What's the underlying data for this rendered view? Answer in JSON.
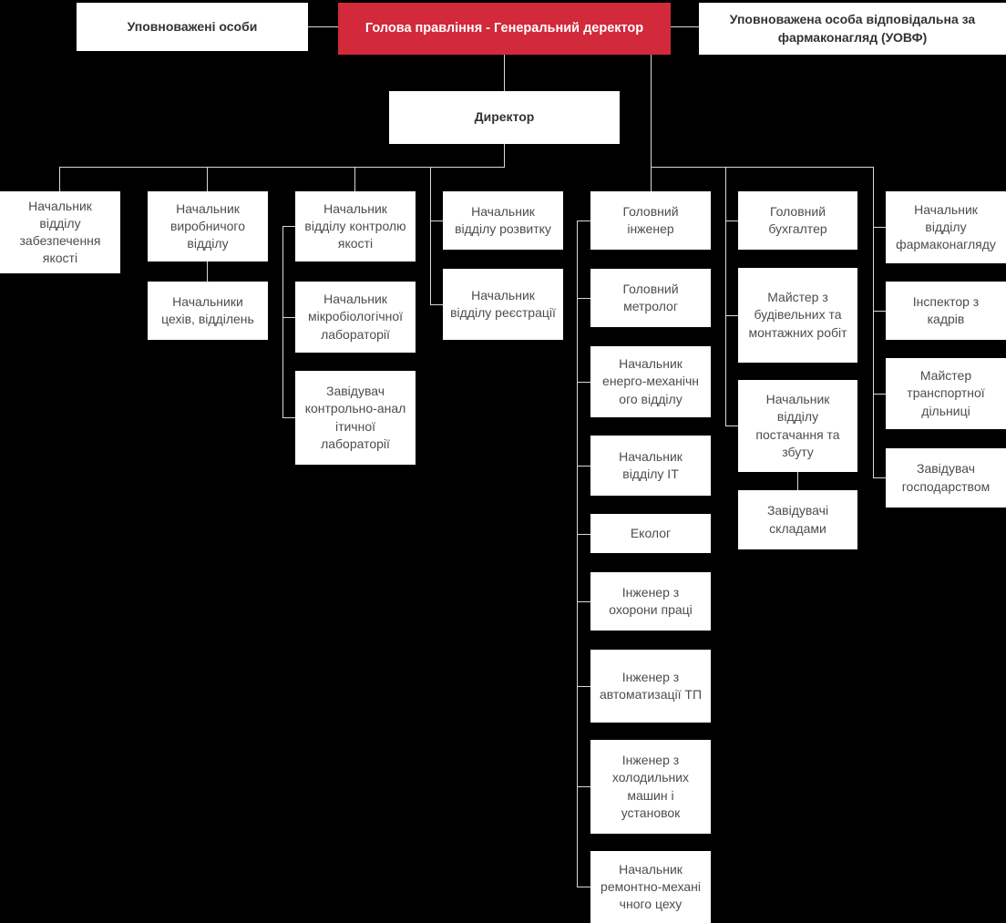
{
  "colors": {
    "background": "#000000",
    "box_background": "#ffffff",
    "accent_red": "#d2293b",
    "connector_line": "#d9d9d9",
    "text_primary": "#4d4d4d",
    "text_heading": "#333333",
    "text_on_red": "#ffffff"
  },
  "nodes": {
    "authorized_persons": {
      "label": "Уповноважені особи"
    },
    "chairman_general_director": {
      "label": "Голова правління - Генеральний деректор"
    },
    "pharmacovigilance_authorized_person": {
      "label": "Уповноважена особа відповідальна за\nфармаконагляд (УОВФ)"
    },
    "director": {
      "label": "Директор"
    },
    "quality_assurance_head": {
      "label": "Начальник\nвідділу\nзабезпечення\nякості"
    },
    "production_dept_head": {
      "label": "Начальник\nвиробничого\nвідділу"
    },
    "quality_control_head": {
      "label": "Начальник\nвідділу контролю\nякості"
    },
    "development_dept_head": {
      "label": "Начальник\nвідділу розвитку"
    },
    "chief_engineer": {
      "label": "Головний\nінженер"
    },
    "chief_accountant": {
      "label": "Головний\nбухгалтер"
    },
    "pharmacovigilance_dept_head": {
      "label": "Начальник\nвідділу\nфармаконагляду"
    },
    "shop_department_heads": {
      "label": "Начальники\nцехів, відділень"
    },
    "microbiology_lab_head": {
      "label": "Начальник\nмікробіологічної\nлабораторії"
    },
    "registration_dept_head": {
      "label": "Начальник\nвідділу реєстрації"
    },
    "chief_metrologist": {
      "label": "Головний\nметролог"
    },
    "construction_master": {
      "label": "Майстер з\nбудівельних та\nмонтажних робіт"
    },
    "hr_inspector": {
      "label": "Інспектор з\nкадрів"
    },
    "control_analytical_lab_head": {
      "label": "Завідувач\nконтрольно-анал\nітичної\nлабораторії"
    },
    "energy_mechanical_head": {
      "label": "Начальник\nенерго-механічн\nого відділу"
    },
    "supply_sales_head": {
      "label": "Начальник\nвідділу\nпостачання та\nзбуту"
    },
    "transport_master": {
      "label": "Майстер\nтранспортної\nдільниці"
    },
    "it_dept_head": {
      "label": "Начальник\nвідділу ІТ"
    },
    "household_manager": {
      "label": "Завідувач\nгосподарством"
    },
    "warehouse_managers": {
      "label": "Завідувачі\nскладами"
    },
    "ecologist": {
      "label": "Еколог"
    },
    "labor_safety_engineer": {
      "label": "Інженер з\nохорони праці"
    },
    "automation_engineer": {
      "label": "Інженер з\nавтоматизації ТП"
    },
    "refrigeration_engineer": {
      "label": "Інженер з\nхолодильних\nмашин і\nустановок"
    },
    "repair_mechanical_head": {
      "label": "Начальник\nремонтно-механі\nчного цеху"
    }
  },
  "hierarchy": {
    "chairman_general_director": [
      "authorized_persons",
      "pharmacovigilance_authorized_person",
      "director",
      "chief_engineer",
      "chief_accountant",
      "construction_master",
      "supply_sales_head",
      "pharmacovigilance_dept_head",
      "hr_inspector",
      "transport_master",
      "household_manager"
    ],
    "director": [
      "quality_assurance_head",
      "production_dept_head",
      "quality_control_head",
      "development_dept_head",
      "registration_dept_head"
    ],
    "production_dept_head": [
      "shop_department_heads"
    ],
    "quality_control_head": [
      "microbiology_lab_head",
      "control_analytical_lab_head"
    ],
    "chief_engineer": [
      "chief_metrologist",
      "energy_mechanical_head",
      "it_dept_head",
      "ecologist",
      "labor_safety_engineer",
      "automation_engineer",
      "refrigeration_engineer",
      "repair_mechanical_head"
    ],
    "supply_sales_head": [
      "warehouse_managers"
    ]
  }
}
